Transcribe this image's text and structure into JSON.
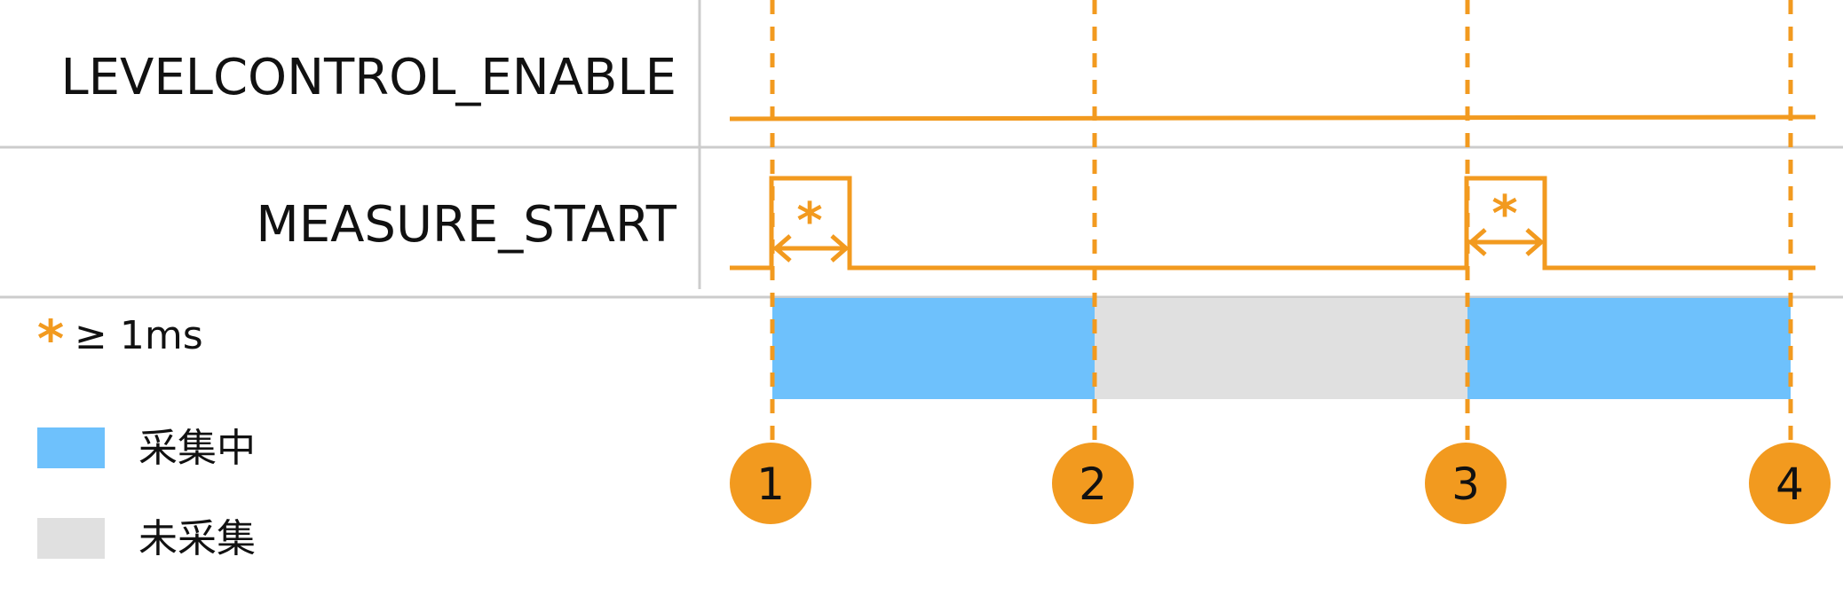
{
  "colors": {
    "signal": "#F29A1F",
    "collecting": "#6EC1FC",
    "not_collecting": "#E0E0E0",
    "grid": "#CCCCCC",
    "text": "#111111"
  },
  "signals": [
    {
      "name": "LEVELCONTROL_ENABLE"
    },
    {
      "name": "MEASURE_START"
    }
  ],
  "pulse_note": {
    "star": "*",
    "text": "≥ 1ms"
  },
  "markers": [
    "1",
    "2",
    "3",
    "4"
  ],
  "legend": [
    {
      "label": "采集中",
      "color": "#6EC1FC"
    },
    {
      "label": "未采集",
      "color": "#E0E0E0"
    }
  ],
  "timeline": [
    {
      "from": "1",
      "to": "2",
      "state": "采集中"
    },
    {
      "from": "2",
      "to": "3",
      "state": "未采集"
    },
    {
      "from": "3",
      "to": "4",
      "state": "采集中"
    }
  ]
}
